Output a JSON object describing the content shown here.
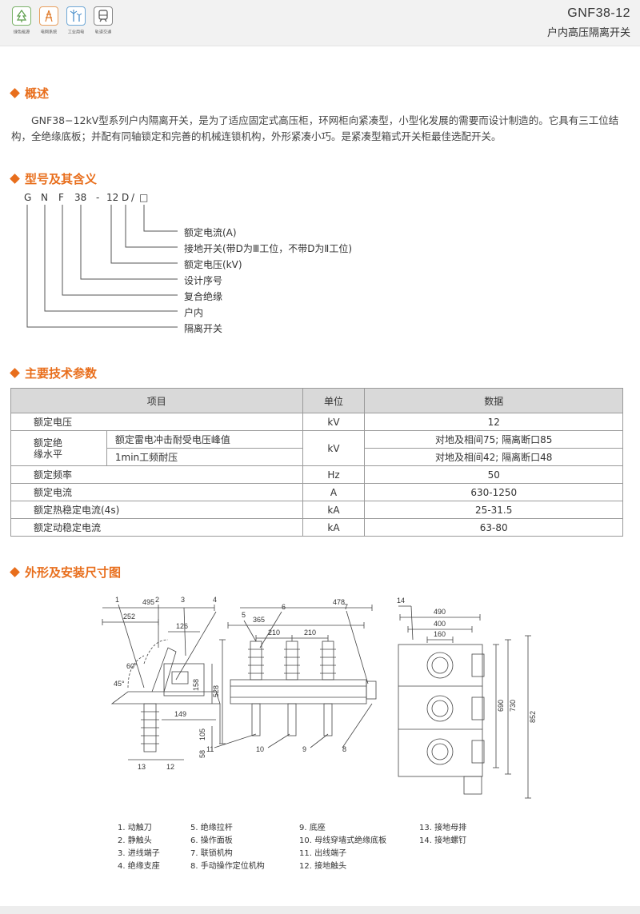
{
  "header": {
    "icons": [
      {
        "name": "green-energy-icon",
        "label": "绿色能源"
      },
      {
        "name": "power-grid-icon",
        "label": "电网系统"
      },
      {
        "name": "industrial-power-icon",
        "label": "工业用电"
      },
      {
        "name": "rail-transit-icon",
        "label": "轨道交通"
      }
    ],
    "model": "GNF38-12",
    "subtitle": "户内高压隔离开关"
  },
  "overview": {
    "title": "概述",
    "text": "GNF38−12kV型系列户内隔离开关，是为了适应固定式高压柜，环网柜向紧凑型，小型化发展的需要而设计制造的。它具有三工位结构，全绝缘底板；并配有同轴锁定和完善的机械连锁机构，外形紧凑小巧。是紧凑型箱式开关柜最佳选配开关。"
  },
  "model_meaning": {
    "title": "型号及其含义",
    "code_chars": [
      "G",
      "N",
      "F",
      "38",
      "-",
      "12",
      "D",
      "/",
      "□"
    ],
    "meanings": [
      "额定电流(A)",
      "接地开关(带D为Ⅲ工位，不带D为Ⅱ工位)",
      "额定电压(kV)",
      "设计序号",
      "复合绝缘",
      "户内",
      "隔离开关"
    ]
  },
  "tech_params": {
    "title": "主要技术参数",
    "headers": [
      "项目",
      "单位",
      "数据"
    ],
    "rated_voltage": {
      "item": "额定电压",
      "unit": "kV",
      "value": "12"
    },
    "insulation": {
      "group": "额定绝缘水平",
      "group_line1": "额定绝",
      "group_line2": "缘水平",
      "unit": "kV",
      "rows": [
        {
          "item": "额定雷电冲击耐受电压峰值",
          "value": "对地及相间75; 隔离断口85"
        },
        {
          "item": "1min工频耐压",
          "value": "对地及相间42; 隔离断口48"
        }
      ]
    },
    "rows": [
      {
        "item": "额定频率",
        "unit": "Hz",
        "value": "50"
      },
      {
        "item": "额定电流",
        "unit": "A",
        "value": "630-1250"
      },
      {
        "item": "额定热稳定电流(4s)",
        "unit": "kA",
        "value": "25-31.5"
      },
      {
        "item": "额定动稳定电流",
        "unit": "kA",
        "value": "63-80"
      }
    ]
  },
  "dimensions": {
    "title": "外形及安装尺寸图",
    "side_dims": [
      "495",
      "252",
      "126",
      "60°",
      "45°",
      "158",
      "149",
      "105",
      "58"
    ],
    "front_dims": [
      "365",
      "210",
      "210",
      "478",
      "528"
    ],
    "top_dims": [
      "490",
      "400",
      "160",
      "690",
      "730",
      "852"
    ],
    "callouts_top": [
      "1",
      "2",
      "3",
      "4",
      "5",
      "6",
      "7",
      "14"
    ],
    "callouts_bottom": [
      "13",
      "12",
      "11",
      "10",
      "9",
      "8"
    ],
    "legend_cols": [
      [
        "1. 动触刀",
        "2. 静触头",
        "3. 进线端子",
        "4. 绝缘支座"
      ],
      [
        "5. 绝缘拉杆",
        "6. 操作面板",
        "7. 联锁机构",
        "8. 手动操作定位机构"
      ],
      [
        "9. 底座",
        "10. 母线穿墙式绝缘底板",
        "11. 出线端子",
        "12. 接地触头"
      ],
      [
        "13. 接地母排",
        "14. 接地螺钉"
      ]
    ]
  },
  "colors": {
    "accent": "#e86e1c",
    "table_header": "#d9d9d9",
    "header_bg": "#f2f2f2"
  }
}
